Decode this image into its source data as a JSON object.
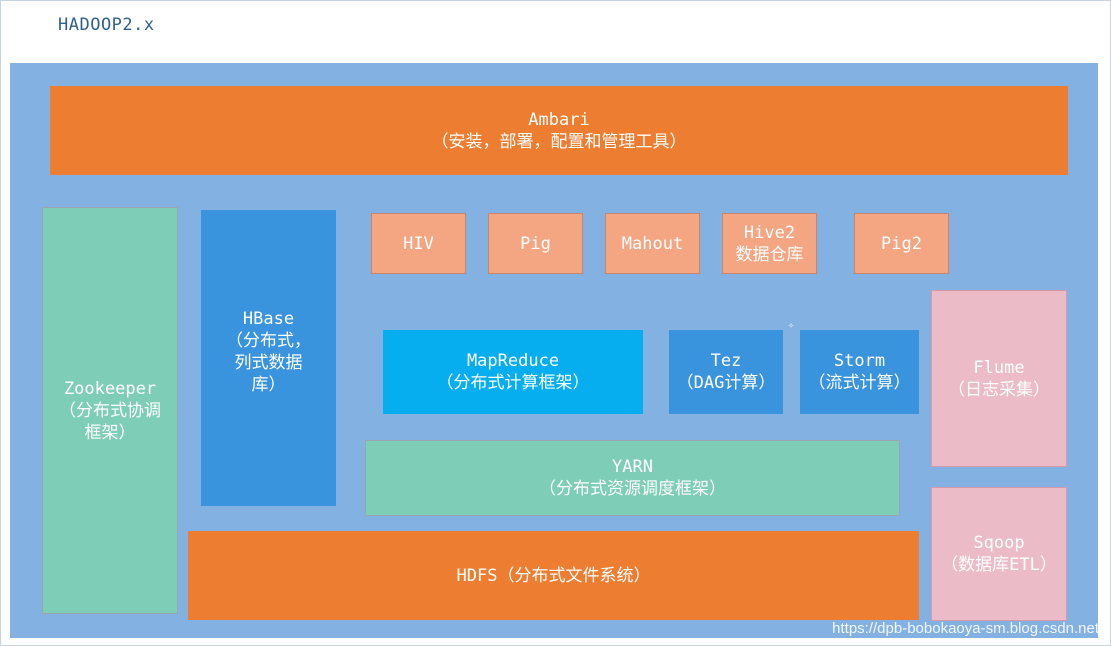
{
  "title": "HADOOP2.x",
  "colors": {
    "canvas": "#83b1e1",
    "orange": "#ed7d31",
    "salmon": "#f4a582",
    "teal": "#7ecdb7",
    "blue": "#3993dd",
    "cyan": "#06aeef",
    "pink": "#ebbcc8"
  },
  "blocks": {
    "ambari": {
      "name": "Ambari",
      "desc": "（安装，部署，配置和管理工具）"
    },
    "zookeeper": {
      "name": "Zookeeper",
      "desc1": "（分布式协调",
      "desc2": "框架）"
    },
    "hbase": {
      "name": "HBase",
      "desc1": "（分布式，",
      "desc2": "列式数据",
      "desc3": "库）"
    },
    "hiv": {
      "name": "HIV"
    },
    "pig": {
      "name": "Pig"
    },
    "mahout": {
      "name": "Mahout"
    },
    "hive2": {
      "name": "Hive2",
      "desc": "数据仓库"
    },
    "pig2": {
      "name": "Pig2"
    },
    "mapreduce": {
      "name": "MapReduce",
      "desc": "（分布式计算框架）"
    },
    "tez": {
      "name": "Tez",
      "desc": "（DAG计算）"
    },
    "storm": {
      "name": "Storm",
      "desc": "（流式计算）"
    },
    "flume": {
      "name": "Flume",
      "desc": "（日志采集）"
    },
    "yarn": {
      "name": "YARN",
      "desc": "（分布式资源调度框架）"
    },
    "hdfs": {
      "name": "HDFS（分布式文件系统）"
    },
    "sqoop": {
      "name": "Sqoop",
      "desc": "（数据库ETL）"
    }
  },
  "watermark": "https://dpb-bobokaoya-sm.blog.csdn.net"
}
